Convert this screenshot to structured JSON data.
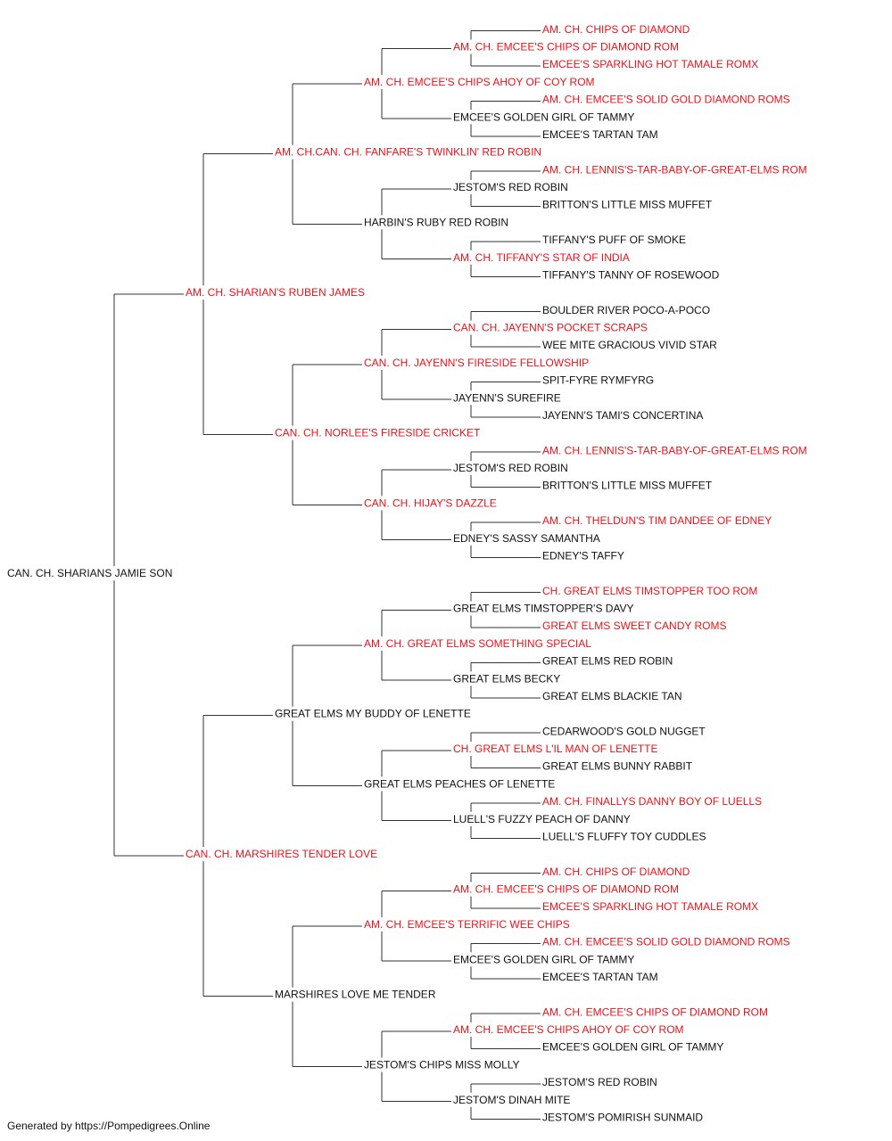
{
  "colors": {
    "champion": "#e8141b",
    "normal": "#111111",
    "line": "#333333"
  },
  "footer": "Generated by https://Pompedigrees.Online",
  "pedigree": {
    "name": "CAN. CH. SHARIANS JAMIE SON",
    "champion": false,
    "sire": {
      "name": "AM. CH. SHARIAN'S RUBEN JAMES",
      "champion": true,
      "sire": {
        "name": "AM. CH.CAN. CH. FANFARE'S TWINKLIN' RED ROBIN",
        "champion": true,
        "sire": {
          "name": "AM. CH. EMCEE'S CHIPS AHOY OF COY ROM",
          "champion": true,
          "sire": {
            "name": "AM. CH. EMCEE'S CHIPS OF DIAMOND ROM",
            "champion": true,
            "sire": {
              "name": "AM. CH. CHIPS OF DIAMOND",
              "champion": true
            },
            "dam": {
              "name": "EMCEE'S SPARKLING HOT TAMALE ROMX",
              "champion": true
            }
          },
          "dam": {
            "name": "EMCEE'S GOLDEN GIRL OF TAMMY",
            "champion": false,
            "sire": {
              "name": "AM. CH. EMCEE'S SOLID GOLD DIAMOND ROMS",
              "champion": true
            },
            "dam": {
              "name": "EMCEE'S TARTAN TAM",
              "champion": false
            }
          }
        },
        "dam": {
          "name": "HARBIN'S RUBY RED ROBIN",
          "champion": false,
          "sire": {
            "name": "JESTOM'S RED ROBIN",
            "champion": false,
            "sire": {
              "name": "AM. CH. LENNIS'S-TAR-BABY-OF-GREAT-ELMS ROM",
              "champion": true
            },
            "dam": {
              "name": "BRITTON'S LITTLE MISS MUFFET",
              "champion": false
            }
          },
          "dam": {
            "name": "AM. CH. TIFFANY'S STAR OF INDIA",
            "champion": true,
            "sire": {
              "name": "TIFFANY'S PUFF OF SMOKE",
              "champion": false
            },
            "dam": {
              "name": "TIFFANY'S TANNY OF ROSEWOOD",
              "champion": false
            }
          }
        }
      },
      "dam": {
        "name": "CAN. CH. NORLEE'S FIRESIDE CRICKET",
        "champion": true,
        "sire": {
          "name": "CAN. CH. JAYENN'S FIRESIDE FELLOWSHIP",
          "champion": true,
          "sire": {
            "name": "CAN. CH. JAYENN'S POCKET SCRAPS",
            "champion": true,
            "sire": {
              "name": "BOULDER RIVER POCO-A-POCO",
              "champion": false
            },
            "dam": {
              "name": "WEE MITE GRACIOUS VIVID STAR",
              "champion": false
            }
          },
          "dam": {
            "name": "JAYENN'S SUREFIRE",
            "champion": false,
            "sire": {
              "name": "SPIT-FYRE RYMFYRG",
              "champion": false
            },
            "dam": {
              "name": "JAYENN'S TAMI'S CONCERTINA",
              "champion": false
            }
          }
        },
        "dam": {
          "name": "CAN. CH. HIJAY'S DAZZLE",
          "champion": true,
          "sire": {
            "name": "JESTOM'S RED ROBIN",
            "champion": false,
            "sire": {
              "name": "AM. CH. LENNIS'S-TAR-BABY-OF-GREAT-ELMS ROM",
              "champion": true
            },
            "dam": {
              "name": "BRITTON'S LITTLE MISS MUFFET",
              "champion": false
            }
          },
          "dam": {
            "name": "EDNEY'S SASSY SAMANTHA",
            "champion": false,
            "sire": {
              "name": "AM. CH. THELDUN'S TIM DANDEE OF EDNEY",
              "champion": true
            },
            "dam": {
              "name": "EDNEY'S TAFFY",
              "champion": false
            }
          }
        }
      }
    },
    "dam": {
      "name": "CAN. CH. MARSHIRES TENDER LOVE",
      "champion": true,
      "sire": {
        "name": "GREAT ELMS MY BUDDY OF LENETTE",
        "champion": false,
        "sire": {
          "name": "AM. CH. GREAT ELMS SOMETHING SPECIAL",
          "champion": true,
          "sire": {
            "name": "GREAT ELMS TIMSTOPPER'S DAVY",
            "champion": false,
            "sire": {
              "name": "CH. GREAT ELMS TIMSTOPPER TOO ROM",
              "champion": true
            },
            "dam": {
              "name": "GREAT ELMS SWEET CANDY ROMS",
              "champion": true
            }
          },
          "dam": {
            "name": "GREAT ELMS BECKY",
            "champion": false,
            "sire": {
              "name": "GREAT ELMS RED ROBIN",
              "champion": false
            },
            "dam": {
              "name": "GREAT ELMS BLACKIE TAN",
              "champion": false
            }
          }
        },
        "dam": {
          "name": "GREAT ELMS PEACHES OF LENETTE",
          "champion": false,
          "sire": {
            "name": "CH. GREAT ELMS L'IL MAN OF LENETTE",
            "champion": true,
            "sire": {
              "name": "CEDARWOOD'S GOLD NUGGET",
              "champion": false
            },
            "dam": {
              "name": "GREAT ELMS BUNNY RABBIT",
              "champion": false
            }
          },
          "dam": {
            "name": "LUELL'S FUZZY PEACH OF DANNY",
            "champion": false,
            "sire": {
              "name": "AM. CH. FINALLYS DANNY BOY OF LUELLS",
              "champion": true
            },
            "dam": {
              "name": "LUELL'S FLUFFY TOY CUDDLES",
              "champion": false
            }
          }
        }
      },
      "dam": {
        "name": "MARSHIRES LOVE ME TENDER",
        "champion": false,
        "sire": {
          "name": "AM. CH. EMCEE'S TERRIFIC WEE CHIPS",
          "champion": true,
          "sire": {
            "name": "AM. CH. EMCEE'S CHIPS OF DIAMOND ROM",
            "champion": true,
            "sire": {
              "name": "AM. CH. CHIPS OF DIAMOND",
              "champion": true
            },
            "dam": {
              "name": "EMCEE'S SPARKLING HOT TAMALE ROMX",
              "champion": true
            }
          },
          "dam": {
            "name": "EMCEE'S GOLDEN GIRL OF TAMMY",
            "champion": false,
            "sire": {
              "name": "AM. CH. EMCEE'S SOLID GOLD DIAMOND ROMS",
              "champion": true
            },
            "dam": {
              "name": "EMCEE'S TARTAN TAM",
              "champion": false
            }
          }
        },
        "dam": {
          "name": "JESTOM'S CHIPS MISS MOLLY",
          "champion": false,
          "sire": {
            "name": "AM. CH. EMCEE'S CHIPS AHOY OF COY ROM",
            "champion": true,
            "sire": {
              "name": "AM. CH. EMCEE'S CHIPS OF DIAMOND ROM",
              "champion": true
            },
            "dam": {
              "name": "EMCEE'S GOLDEN GIRL OF TAMMY",
              "champion": false
            }
          },
          "dam": {
            "name": "JESTOM'S DINAH MITE",
            "champion": false,
            "sire": {
              "name": "JESTOM'S RED ROBIN",
              "champion": false
            },
            "dam": {
              "name": "JESTOM'S POMIRISH SUNMAID",
              "champion": false
            }
          }
        }
      }
    }
  }
}
